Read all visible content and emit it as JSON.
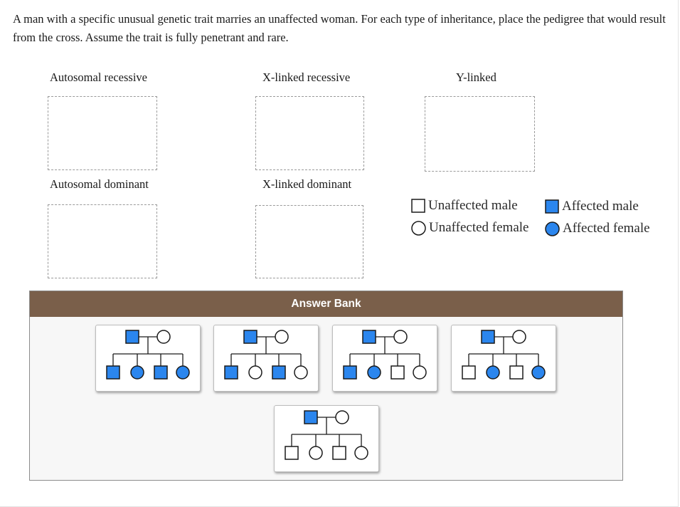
{
  "question": "A man with a specific unusual genetic trait marries an unaffected woman. For each type of inheritance, place the pedigree that would result from the cross. Assume the trait is fully penetrant and rare.",
  "categories": [
    {
      "label": "Autosomal recessive"
    },
    {
      "label": "X-linked recessive"
    },
    {
      "label": "Y-linked"
    },
    {
      "label": "Autosomal dominant"
    },
    {
      "label": "X-linked dominant"
    }
  ],
  "legend": [
    {
      "label": "Unaffected male",
      "shape": "square",
      "affected": false
    },
    {
      "label": "Affected male",
      "shape": "square",
      "affected": true
    },
    {
      "label": "Unaffected female",
      "shape": "circle",
      "affected": false
    },
    {
      "label": "Affected female",
      "shape": "circle",
      "affected": true
    }
  ],
  "answer_bank": {
    "title": "Answer Bank",
    "pedigrees": [
      {
        "parents": [
          {
            "shape": "square",
            "affected": true
          },
          {
            "shape": "circle",
            "affected": false
          }
        ],
        "children": [
          {
            "shape": "square",
            "affected": true
          },
          {
            "shape": "circle",
            "affected": true
          },
          {
            "shape": "square",
            "affected": true
          },
          {
            "shape": "circle",
            "affected": true
          }
        ]
      },
      {
        "parents": [
          {
            "shape": "square",
            "affected": true
          },
          {
            "shape": "circle",
            "affected": false
          }
        ],
        "children": [
          {
            "shape": "square",
            "affected": true
          },
          {
            "shape": "circle",
            "affected": false
          },
          {
            "shape": "square",
            "affected": true
          },
          {
            "shape": "circle",
            "affected": false
          }
        ]
      },
      {
        "parents": [
          {
            "shape": "square",
            "affected": true
          },
          {
            "shape": "circle",
            "affected": false
          }
        ],
        "children": [
          {
            "shape": "square",
            "affected": true
          },
          {
            "shape": "circle",
            "affected": true
          },
          {
            "shape": "square",
            "affected": false
          },
          {
            "shape": "circle",
            "affected": false
          }
        ]
      },
      {
        "parents": [
          {
            "shape": "square",
            "affected": true
          },
          {
            "shape": "circle",
            "affected": false
          }
        ],
        "children": [
          {
            "shape": "square",
            "affected": false
          },
          {
            "shape": "circle",
            "affected": true
          },
          {
            "shape": "square",
            "affected": false
          },
          {
            "shape": "circle",
            "affected": true
          }
        ]
      },
      {
        "parents": [
          {
            "shape": "square",
            "affected": true
          },
          {
            "shape": "circle",
            "affected": false
          }
        ],
        "children": [
          {
            "shape": "square",
            "affected": false
          },
          {
            "shape": "circle",
            "affected": false
          },
          {
            "shape": "square",
            "affected": false
          },
          {
            "shape": "circle",
            "affected": false
          }
        ]
      }
    ]
  },
  "colors": {
    "affected_fill": "#2b86ee",
    "unaffected_fill": "#ffffff",
    "symbol_stroke": "#1a1a1a",
    "bank_header_bg": "#7a5f4a"
  }
}
